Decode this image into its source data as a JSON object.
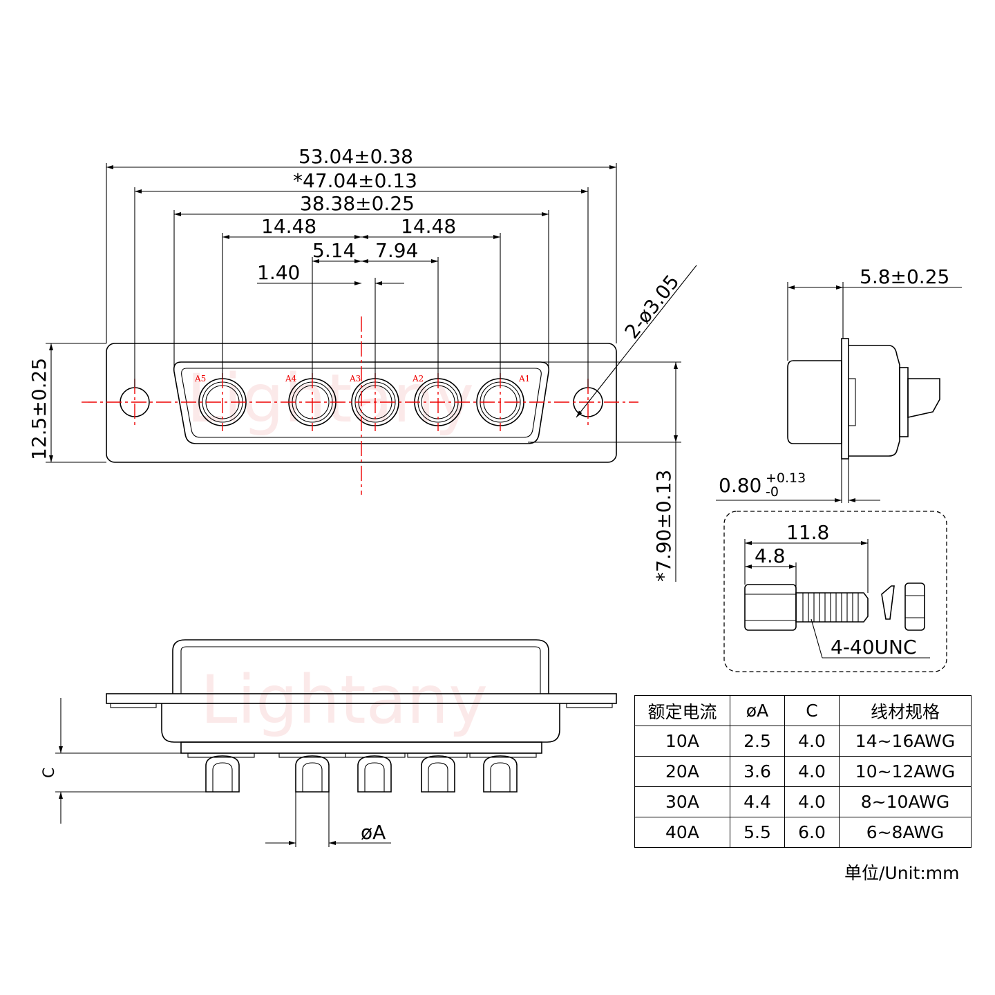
{
  "dimensions": {
    "overall_width": "53.04±0.38",
    "hole_spacing": "*47.04±0.13",
    "shell_width": "38.38±0.25",
    "pitch_left": "14.48",
    "pitch_right": "14.48",
    "offset_a4_a3": "5.14",
    "offset_a3_a2": "7.94",
    "offset_a3": "1.40",
    "mount_holes": "2-ø3.05",
    "height": "12.5±0.25",
    "center_offset": "*7.90±0.13",
    "depth": "5.8±0.25",
    "flange_thickness_base": "0.80",
    "flange_tol_plus": "+0.13",
    "flange_tol_minus": "-0",
    "screw_length": "11.8",
    "screw_head": "4.8",
    "thread": "4-40UNC",
    "c_label": "C",
    "phi_a_label": "øA"
  },
  "pins": [
    "A5",
    "A4",
    "A3",
    "A2",
    "A1"
  ],
  "watermark": "Lightany",
  "table": {
    "headers": [
      "额定电流",
      "øA",
      "C",
      "线材规格"
    ],
    "rows": [
      [
        "10A",
        "2.5",
        "4.0",
        "14~16AWG"
      ],
      [
        "20A",
        "3.6",
        "4.0",
        "10~12AWG"
      ],
      [
        "30A",
        "4.4",
        "4.0",
        "8~10AWG"
      ],
      [
        "40A",
        "5.5",
        "6.0",
        "6~8AWG"
      ]
    ]
  },
  "unit_label": "单位/Unit:mm",
  "colors": {
    "line": "#000000",
    "centerline": "#e00000",
    "watermark": "#f7d0d0"
  }
}
